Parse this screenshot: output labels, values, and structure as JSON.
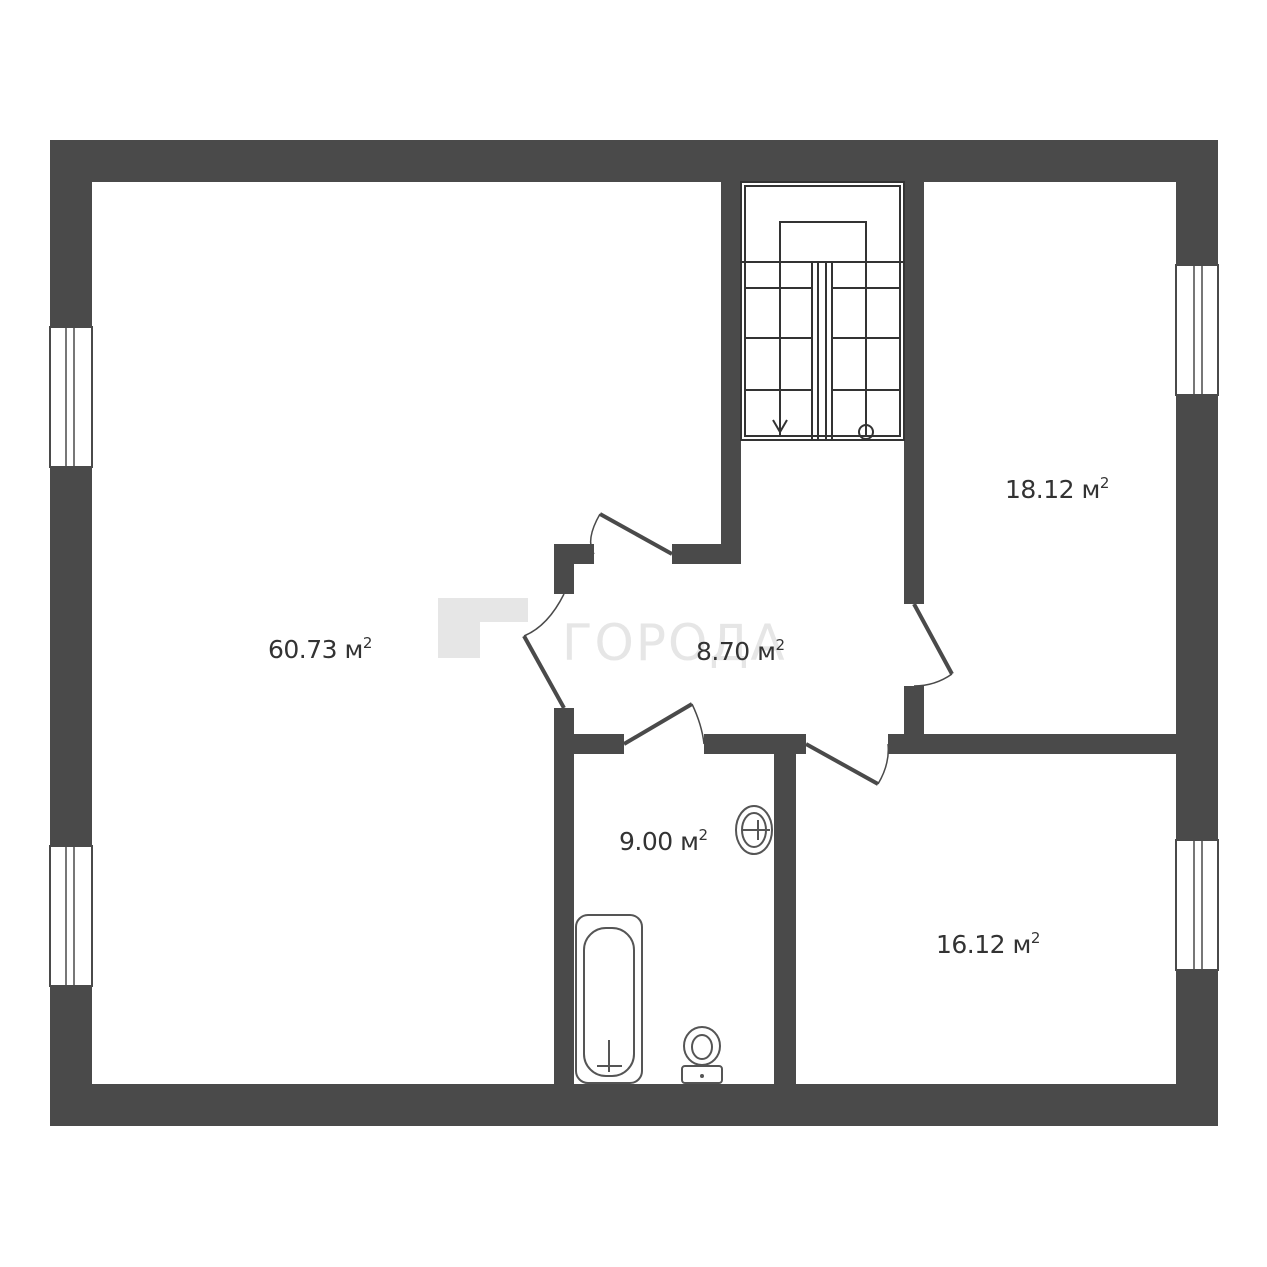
{
  "watermark": {
    "text": "ГОРОДА",
    "logo_color": "#e6e6e6"
  },
  "colors": {
    "wall": "#4a4a4a",
    "background": "#ffffff",
    "label": "#333333"
  },
  "rooms": [
    {
      "id": "living",
      "area": "60.73",
      "unit": "м",
      "exponent": "2"
    },
    {
      "id": "hall",
      "area": "8.70",
      "unit": "м",
      "exponent": "2"
    },
    {
      "id": "bedroom-top-right",
      "area": "18.12",
      "unit": "м",
      "exponent": "2"
    },
    {
      "id": "bathroom",
      "area": "9.00",
      "unit": "м",
      "exponent": "2"
    },
    {
      "id": "bedroom-bottom-right",
      "area": "16.12",
      "unit": "м",
      "exponent": "2"
    }
  ]
}
